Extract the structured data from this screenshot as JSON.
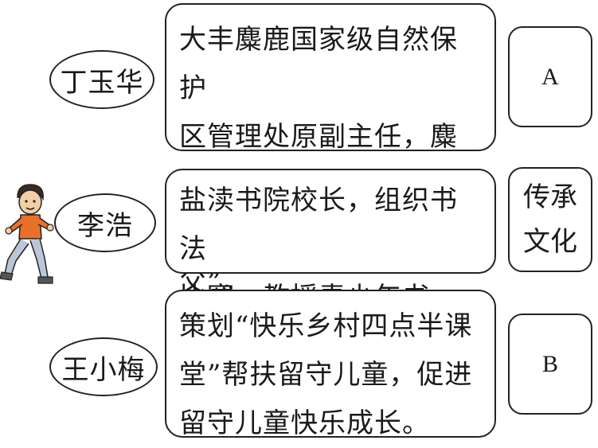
{
  "rows": [
    {
      "name": "丁玉华",
      "description": "大丰麋鹿国家级自然保护\n区管理处原副主任，麋鹿专\n家，被誉为“麋鹿之父”。",
      "tag": "A"
    },
    {
      "name": "李浩",
      "description": "盐渎书院校长，组织书法\n比赛，教授青少年书法。",
      "tag": "传承\n文化"
    },
    {
      "name": "王小梅",
      "description": "策划“快乐乡村四点半课\n堂”帮扶留守儿童，促进\n留守儿童快乐成长。",
      "tag": "B"
    }
  ],
  "colors": {
    "line": "#222222",
    "skin": "#f3cfa8",
    "shirt": "#e8702a"
  },
  "icons": {
    "kid": "running-boy-illustration"
  }
}
